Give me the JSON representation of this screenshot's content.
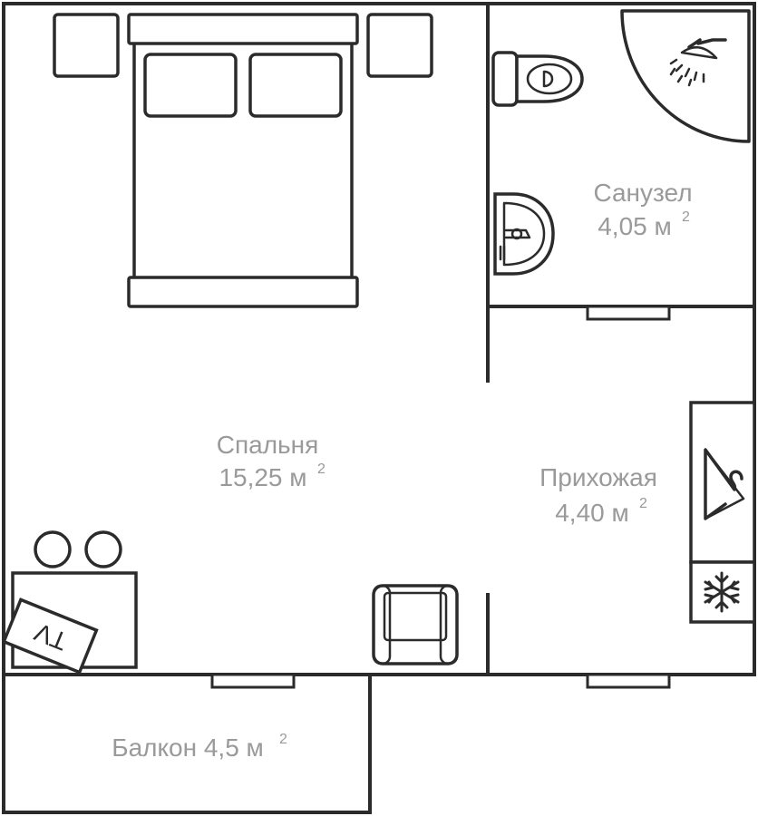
{
  "rooms": {
    "bathroom": {
      "name": "Санузел",
      "area": "4,05 м",
      "unit_sup": "2"
    },
    "bedroom": {
      "name": "Спальня",
      "area": "15,25 м",
      "unit_sup": "2"
    },
    "hallway": {
      "name": "Прихожая",
      "area": "4,40 м",
      "unit_sup": "2"
    },
    "balcony": {
      "name": "Балкон 4,5 м",
      "unit_sup": "2"
    }
  },
  "furniture": {
    "tv_label": "TV"
  },
  "colors": {
    "wall": "#2b2b2b",
    "label": "#9a9a9a",
    "background": "#ffffff"
  }
}
